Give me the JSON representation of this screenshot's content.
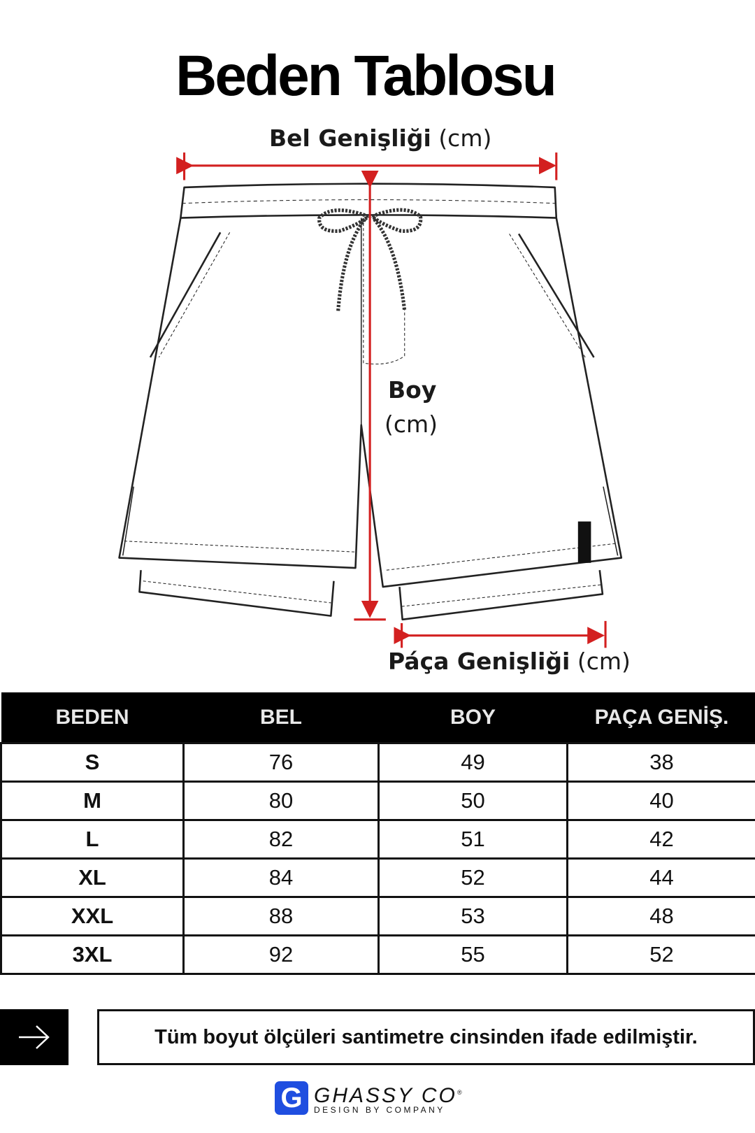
{
  "title": "Beden Tablosu",
  "labels": {
    "waist": "Bel Genişliği",
    "length": "Boy",
    "leg": "Páça Genişliği",
    "unit": "(cm)"
  },
  "table": {
    "headers": [
      "BEDEN",
      "BEL",
      "BOY",
      "PAÇA GENİŞ."
    ],
    "rows": [
      [
        "S",
        "76",
        "49",
        "38"
      ],
      [
        "M",
        "80",
        "50",
        "40"
      ],
      [
        "L",
        "82",
        "51",
        "42"
      ],
      [
        "XL",
        "84",
        "52",
        "44"
      ],
      [
        "XXL",
        "88",
        "53",
        "48"
      ],
      [
        "3XL",
        "92",
        "55",
        "52"
      ]
    ]
  },
  "note": "Tüm boyut ölçüleri santimetre cinsinden ifade edilmiştir.",
  "logo": {
    "letter": "G",
    "name": "GHASSY CO",
    "tagline": "DESIGN BY COMPANY",
    "registered": "®"
  },
  "colors": {
    "arrow": "#d32020",
    "logo_blue": "#1f4ee0"
  }
}
